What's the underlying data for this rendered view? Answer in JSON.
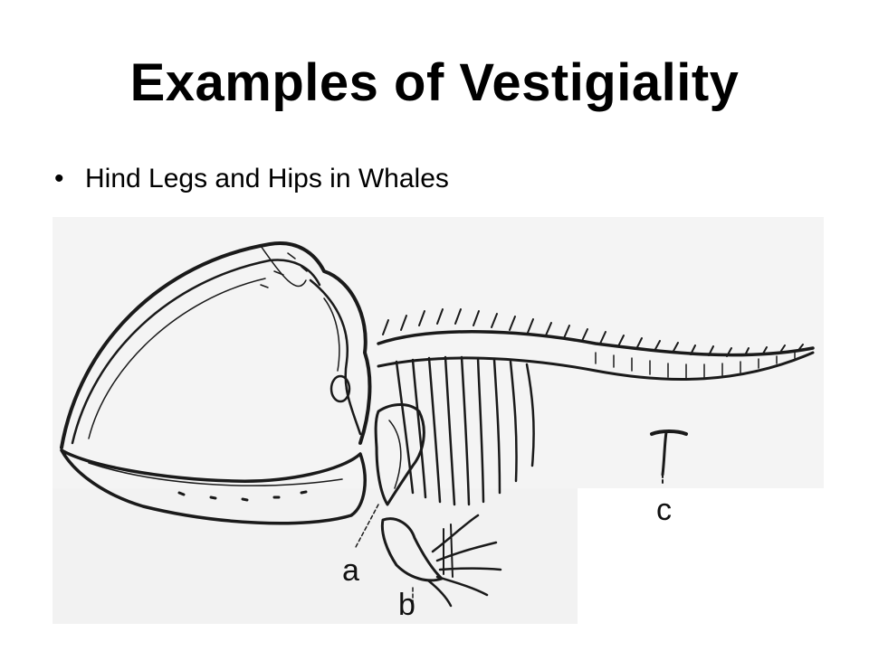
{
  "slide": {
    "title": "Examples of Vestigiality",
    "bullets": [
      {
        "text": "Hind Legs and Hips in Whales"
      }
    ]
  },
  "figure": {
    "labels": {
      "a": "a",
      "b": "b",
      "c": "c"
    }
  }
}
